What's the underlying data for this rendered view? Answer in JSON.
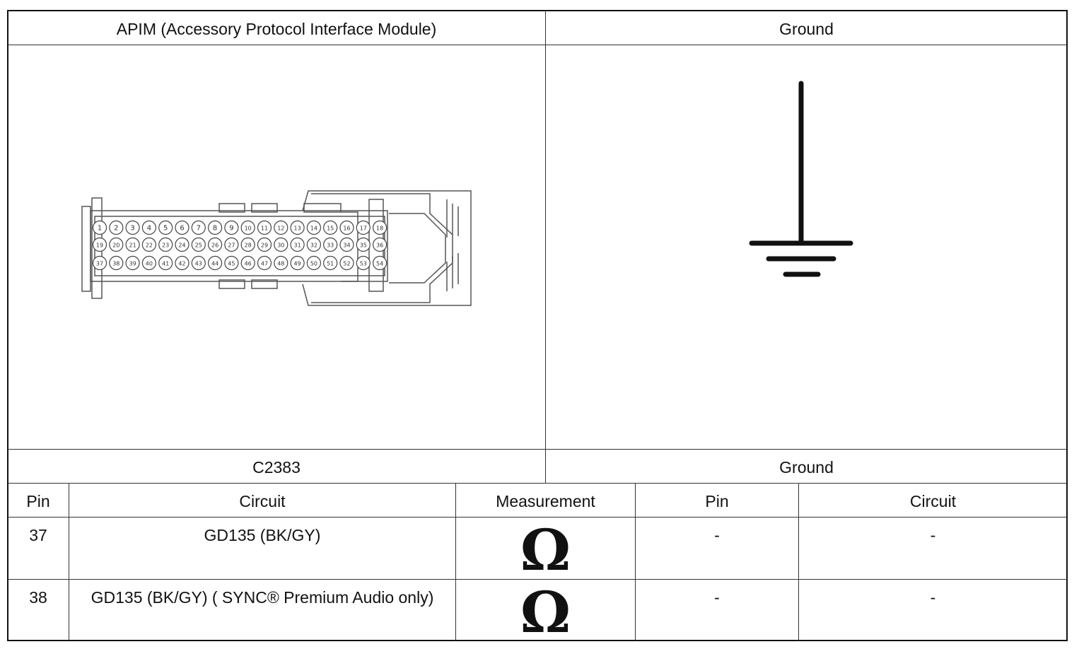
{
  "header": {
    "left_title": "APIM (Accessory Protocol Interface Module)",
    "right_title": "Ground"
  },
  "connector": {
    "id": "C2383",
    "pins_row1": [
      "1",
      "2",
      "3",
      "4",
      "5",
      "6",
      "7",
      "8",
      "9",
      "10",
      "11",
      "12",
      "13",
      "14",
      "15",
      "16",
      "17",
      "18"
    ],
    "pins_row2": [
      "19",
      "20",
      "21",
      "22",
      "23",
      "24",
      "25",
      "26",
      "27",
      "28",
      "29",
      "30",
      "31",
      "32",
      "33",
      "34",
      "35",
      "36"
    ],
    "pins_row3": [
      "37",
      "38",
      "39",
      "40",
      "41",
      "42",
      "43",
      "44",
      "45",
      "46",
      "47",
      "48",
      "49",
      "50",
      "51",
      "52",
      "53",
      "54"
    ]
  },
  "ground_label": "Ground",
  "table": {
    "columns": [
      "Pin",
      "Circuit",
      "Measurement",
      "Pin",
      "Circuit"
    ],
    "rows": [
      {
        "pin": "37",
        "circuit": "GD135 (BK/GY)",
        "measurement": "Ω",
        "pin2": "-",
        "circuit2": "-"
      },
      {
        "pin": "38",
        "circuit": "GD135 (BK/GY) ( SYNC® Premium Audio only)",
        "measurement": "Ω",
        "pin2": "-",
        "circuit2": "-"
      }
    ]
  },
  "icons": [
    "ground-symbol-icon",
    "ohm-icon"
  ]
}
